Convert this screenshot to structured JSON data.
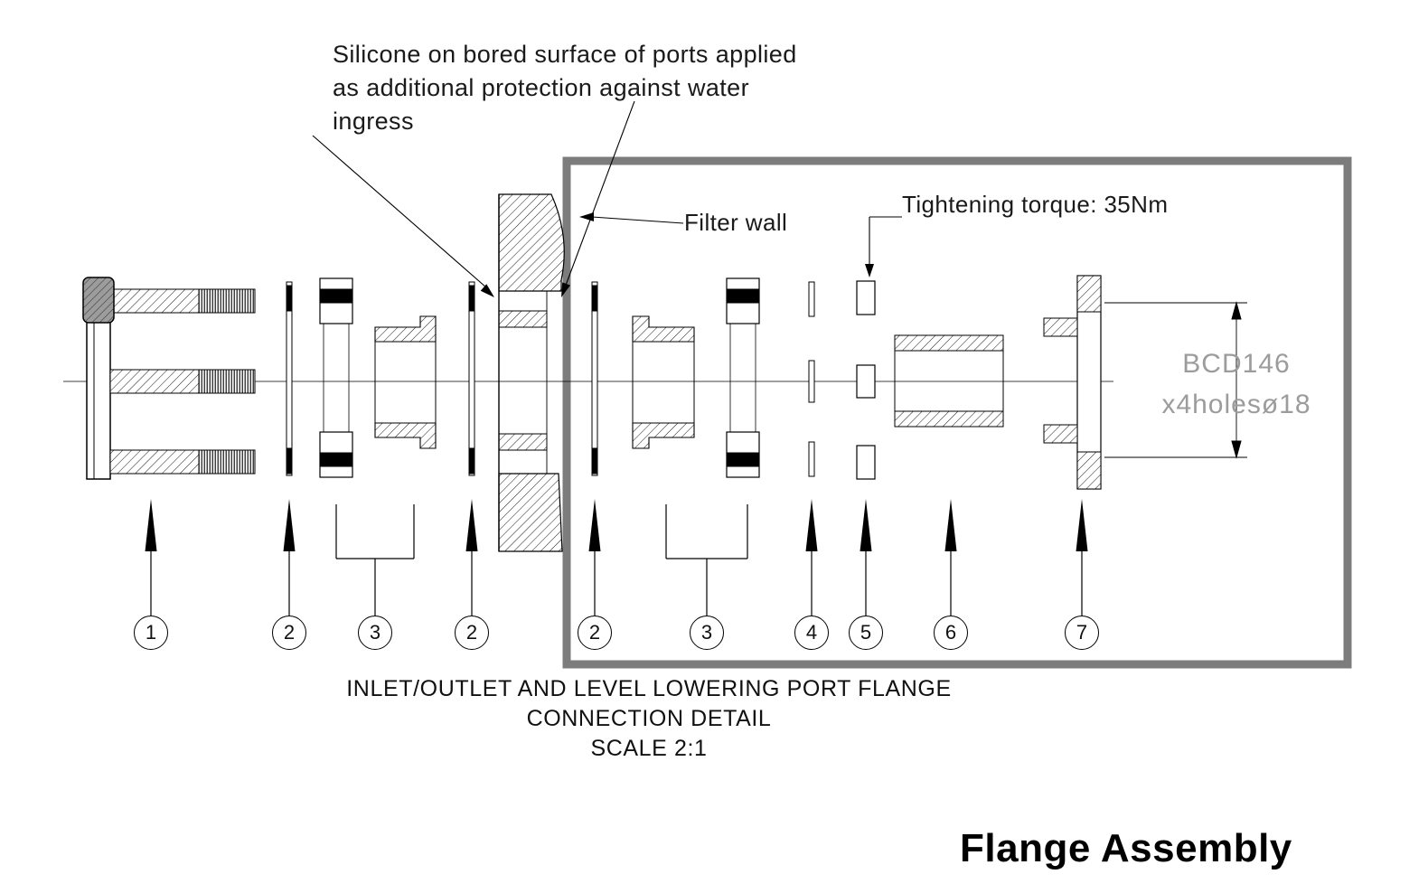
{
  "notes": {
    "silicone": "Silicone on bored surface of ports applied\nas additional protection against water\ningress",
    "filter_wall": "Filter wall",
    "torque": "Tightening torque: 35Nm"
  },
  "dimension": {
    "bcd": "BCD146",
    "holes": "x4holesø18"
  },
  "title": {
    "line1": "INLET/OUTLET AND LEVEL LOWERING PORT FLANGE",
    "line2": "CONNECTION DETAIL",
    "line3": "SCALE 2:1"
  },
  "caption": "Flange Assembly",
  "balloons": [
    "1",
    "2",
    "3",
    "2",
    "2",
    "3",
    "4",
    "5",
    "6",
    "7"
  ],
  "colors": {
    "line": "#000000",
    "dim_text": "#9c9c9c",
    "frame": "#7c7c7c",
    "bolt_head_fill": "#9c9c9c"
  }
}
